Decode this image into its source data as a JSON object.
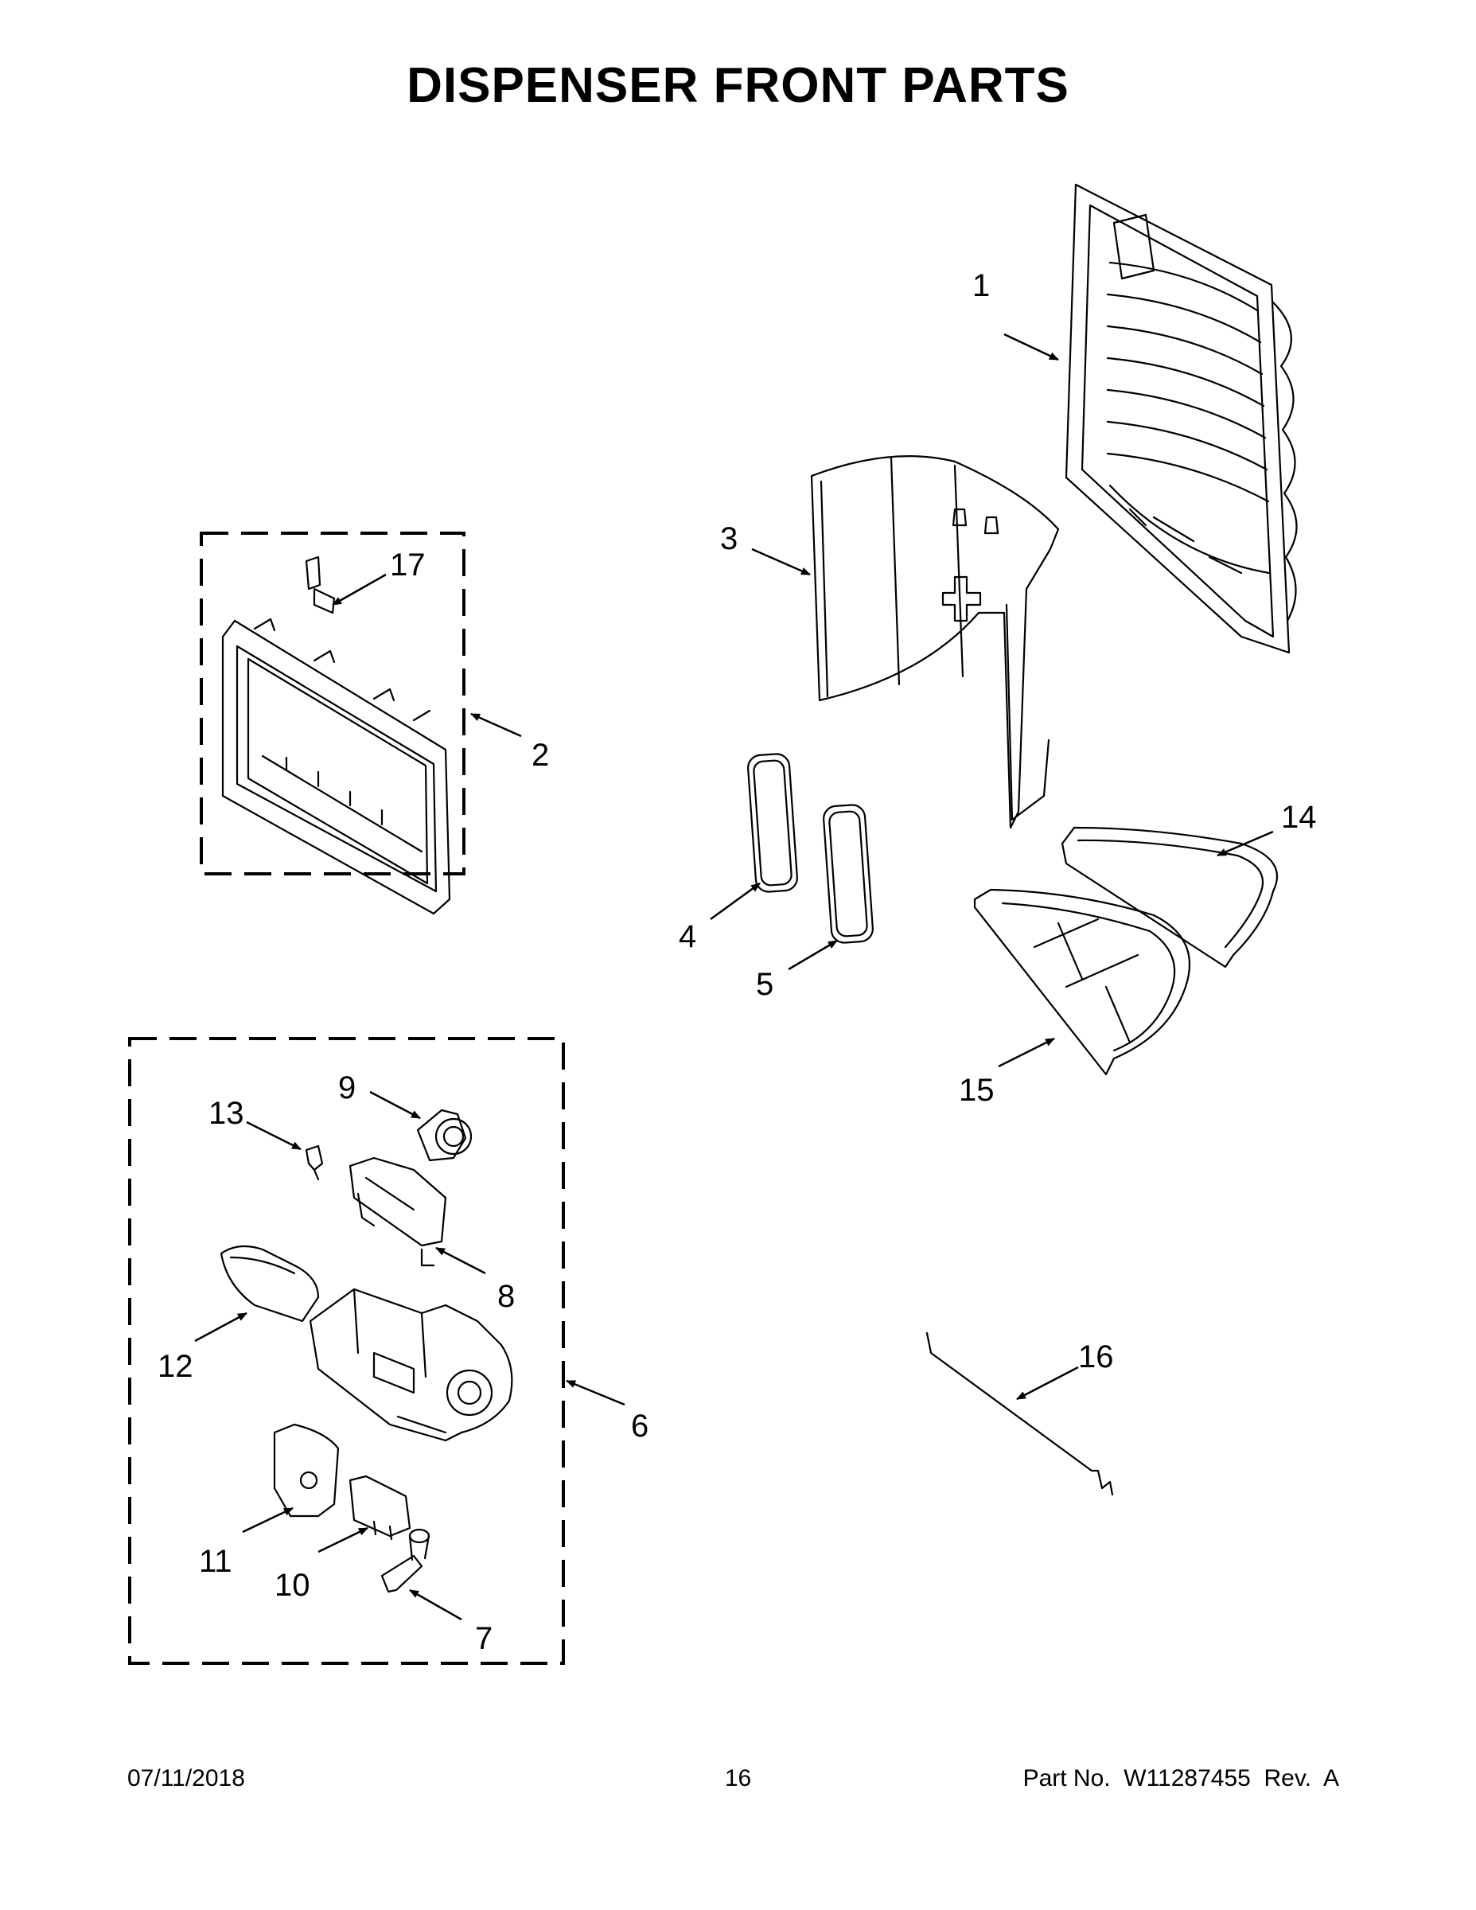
{
  "title": "DISPENSER FRONT PARTS",
  "callouts": {
    "c1": "1",
    "c2": "2",
    "c3": "3",
    "c4": "4",
    "c5": "5",
    "c6": "6",
    "c7": "7",
    "c8": "8",
    "c9": "9",
    "c10": "10",
    "c11": "11",
    "c12": "12",
    "c13": "13",
    "c14": "14",
    "c15": "15",
    "c16": "16",
    "c17": "17"
  },
  "footer": {
    "date": "07/11/2018",
    "page": "16",
    "part": "Part No.  W11287455  Rev.  A"
  }
}
